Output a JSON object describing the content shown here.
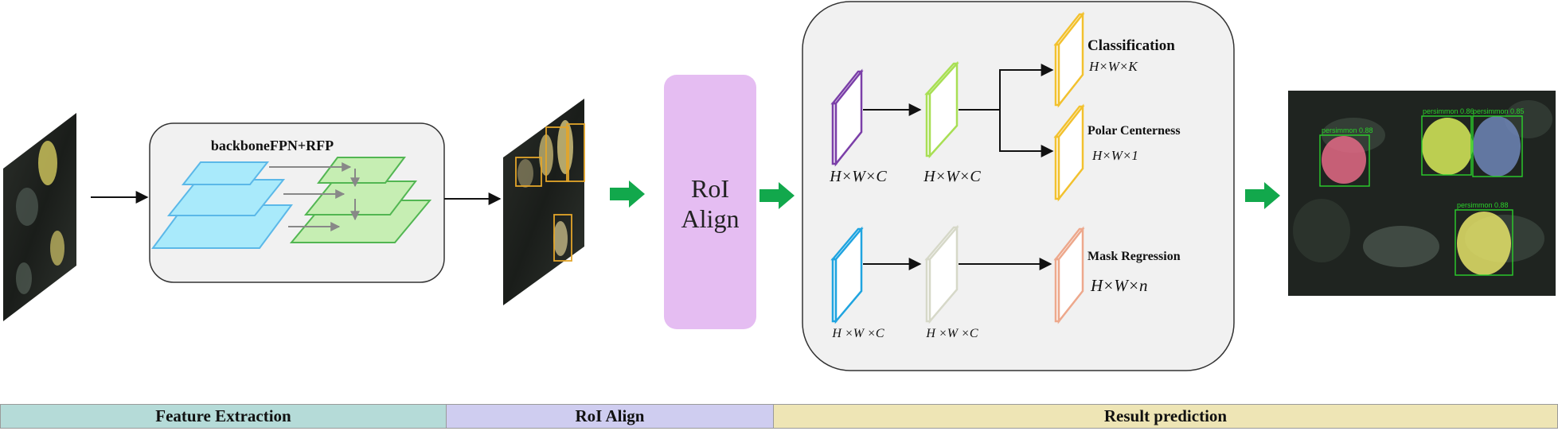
{
  "backbone": {
    "label": "backboneFPN+RFP"
  },
  "roi_block": {
    "line1": "RoI",
    "line2": "Align"
  },
  "heads": {
    "classification": {
      "title": "Classification",
      "dims": "H×W×K"
    },
    "polar": {
      "title": "Polar Centerness",
      "dims": "H×W×1"
    },
    "mask": {
      "title": "Mask Regression",
      "dims": "H×W×n"
    },
    "feat_labels": {
      "top_1": "H×W×C",
      "top_2": "H×W×C",
      "bottom_1": "H ×W ×C",
      "bottom_2": "H ×W ×C"
    }
  },
  "detections": [
    {
      "label": "persimmon 0.88",
      "fill": "#e46a86"
    },
    {
      "label": "persimmon 0.86",
      "fill": "#d8ec5a"
    },
    {
      "label": "persimmon 0.85",
      "fill": "#6f86b8"
    },
    {
      "label": "persimmon 0.88",
      "fill": "#e6e46a"
    }
  ],
  "stages": [
    {
      "label": "Feature Extraction",
      "color": "#b5dbd8"
    },
    {
      "label": "RoI Align",
      "color": "#cfcdf0"
    },
    {
      "label": "Result prediction",
      "color": "#eee5b5"
    }
  ],
  "colors": {
    "arrow_green": "#12a84c",
    "roi_fill": "#e5bdf2",
    "fpn_blue": "#a9eafb",
    "fpn_green": "#c6eeb3",
    "feat_purple": "#7b3fa8",
    "feat_lime": "#a8df54",
    "feat_gold": "#f2c12e",
    "feat_blue": "#1fa4e0",
    "feat_beige": "#d6d8c8",
    "feat_salmon": "#eda88c",
    "bbox_green": "#2bd12b",
    "bbox_gold": "#e3a52a"
  }
}
